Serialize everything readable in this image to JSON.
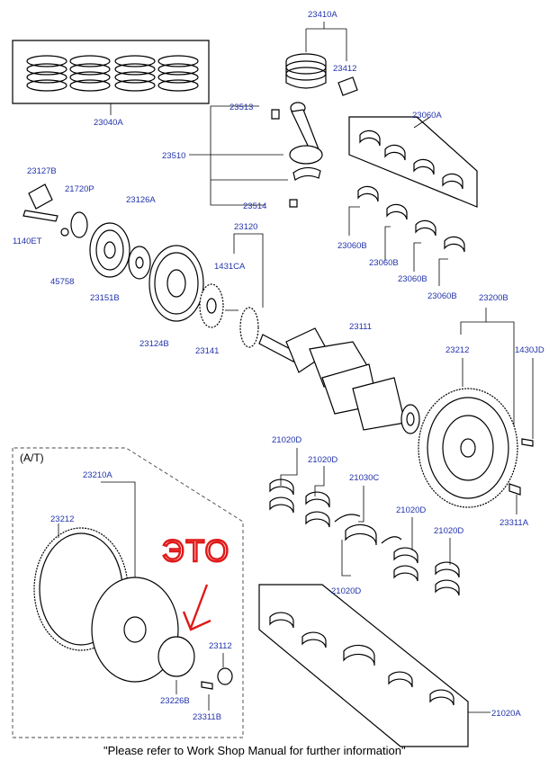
{
  "section_label": "(A/T)",
  "handwritten_note": "ЭТО",
  "footer_note": "\"Please refer to Work Shop Manual for further information\"",
  "colors": {
    "label": "#2233aa",
    "annotation": "#e01818",
    "line": "#000000"
  },
  "part_labels": {
    "p23410A": "23410A",
    "p23412": "23412",
    "p23040A": "23040A",
    "p23513": "23513",
    "p23510": "23510",
    "p23514": "23514",
    "p23060A": "23060A",
    "p23127B": "23127B",
    "p21720P": "21720P",
    "p23126A": "23126A",
    "p1140ET": "1140ET",
    "p45758": "45758",
    "p23151B": "23151B",
    "p23120": "23120",
    "p1431CA": "1431CA",
    "p23124B": "23124B",
    "p23141": "23141",
    "p23060B_1": "23060B",
    "p23060B_2": "23060B",
    "p23060B_3": "23060B",
    "p23060B_4": "23060B",
    "p23111": "23111",
    "p23200B": "23200B",
    "p23212_top": "23212",
    "p1430JD": "1430JD",
    "p23311A": "23311A",
    "p21020D_1": "21020D",
    "p21020D_2": "21020D",
    "p21030C": "21030C",
    "p21020D_3": "21020D",
    "p21020D_4": "21020D",
    "p21020D_5": "21020D",
    "p23210A": "23210A",
    "p23212_at": "23212",
    "p23112": "23112",
    "p23226B": "23226B",
    "p23311B": "23311B",
    "p21020A": "21020A"
  }
}
